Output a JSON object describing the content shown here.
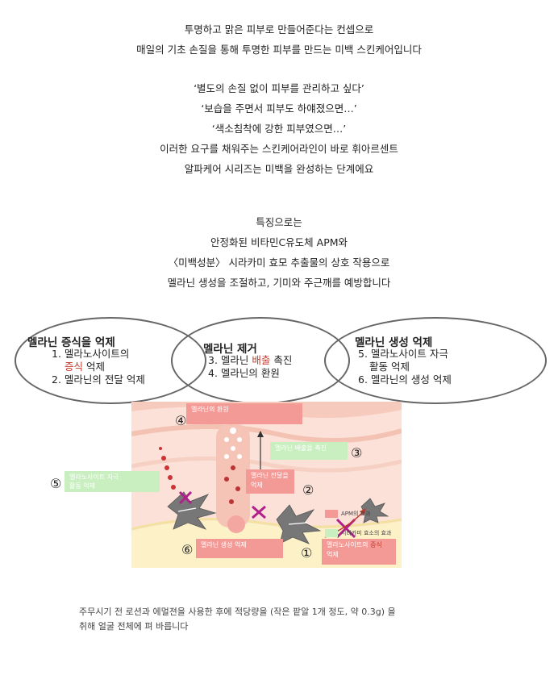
{
  "intro1": [
    "투명하고 맑은 피부로 만들어준다는 컨셉으로",
    "매일의 기초 손질을 통해 투명한 피부를 만드는 미백 스킨케어입니다"
  ],
  "intro2": [
    "‘별도의 손질 없이 피부를 관리하고 싶다’",
    "‘보습을 주면서 피부도 하얘졌으면…’",
    "‘색소침착에 강한 피부였으면…’",
    "이러한 요구를 채워주는 스킨케어라인이 바로 휘아르센트",
    "알파케어 시리즈는 미백을 완성하는 단계에요"
  ],
  "intro3": [
    "특징으로는",
    "안정화된 비타민C유도체 APM와",
    "〈미백성분〉 시라카미 효모 추출물의 상호 작용으로",
    "멜라닌 생성을 조절하고, 기미와 주근깨를 예방합니다"
  ],
  "ovals": {
    "left": {
      "title": "멜라닌 증식을 억제",
      "l1": "1. 멜라노사이트의",
      "l2red": "증식",
      "l2": " 억제",
      "l3": "2. 멜라닌의 전달 억제"
    },
    "mid": {
      "title": "멜라닌 제거",
      "l1a": "3. 멜라닌 ",
      "l1red": "배출",
      "l1b": " 촉진",
      "l2": "4. 멜라닌의 환원"
    },
    "right": {
      "title": "멜라닌 생성 억제",
      "l1": "5. 멜라노사이트 자극",
      "l2": "활동 억제",
      "l3": "6. 멜라닌의 생성 억제"
    }
  },
  "diagram": {
    "n4": "④",
    "lab4": "멜라닌의 환원",
    "n3": "③",
    "lab3": "멜라닌 배출을 촉진",
    "n5": "⑤",
    "lab5a": "멜라노사이트 자극",
    "lab5b": "활동 억제",
    "n2": "②",
    "lab2a": "멜라닌 전달을",
    "lab2b": "억제",
    "n6": "⑥",
    "lab6": "멜라닌 생성 억제",
    "n1": "①",
    "lab1a": "멜라노사이트의 ",
    "lab1red": "증식",
    "lab1b": "억제",
    "legend_apm": "APM의 효과",
    "legend_sir": "시라카미 효소의 효과",
    "colors": {
      "apm": "#f49a96",
      "sir": "#c9efc0",
      "x": "#b0208a"
    }
  },
  "bottom": "주무시기 전 로션과 에멀젼을 사용한 후에 적당량을 (작은 팥알 1개 정도, 약 0.3g) 을 취해 얼굴 전체에 펴 바릅니다"
}
